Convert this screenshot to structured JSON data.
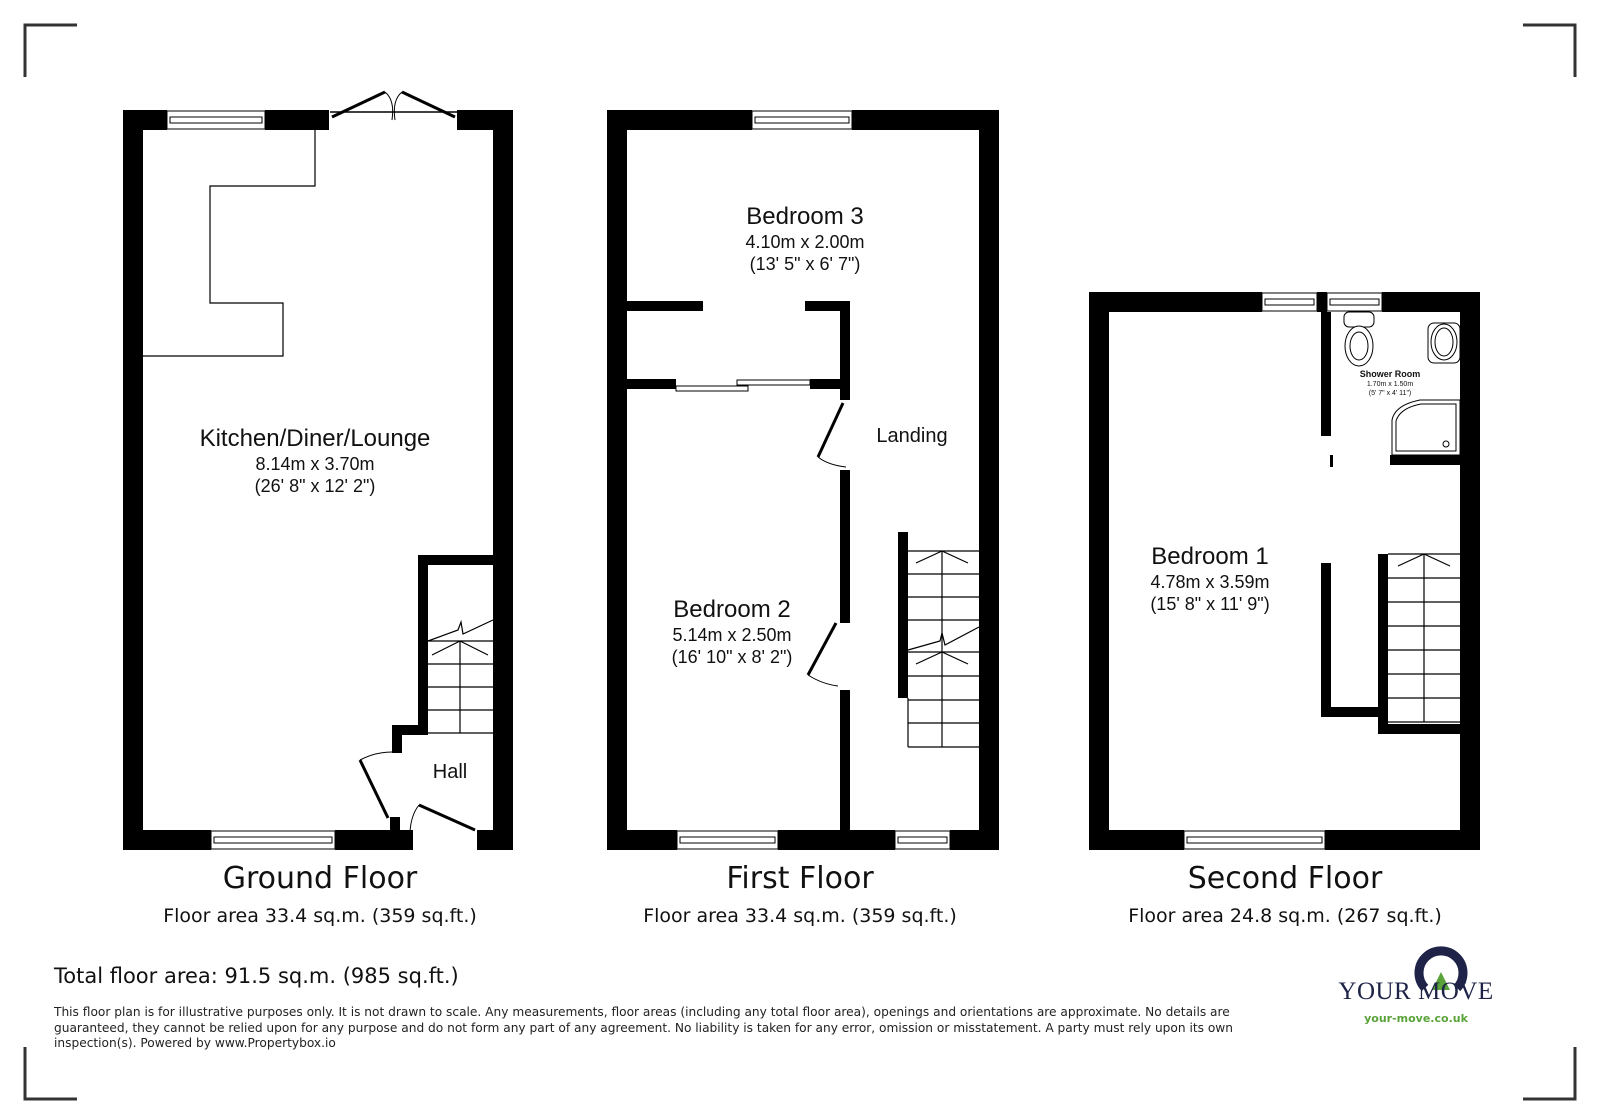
{
  "floors": [
    {
      "title": "Ground Floor",
      "area": "Floor area 33.4 sq.m. (359 sq.ft.)",
      "rooms": [
        {
          "name": "Kitchen/Diner/Lounge",
          "metric": "8.14m x 3.70m",
          "imperial": "(26' 8\" x 12' 2\")"
        },
        {
          "name": "Hall"
        }
      ]
    },
    {
      "title": "First Floor",
      "area": "Floor area 33.4 sq.m. (359 sq.ft.)",
      "rooms": [
        {
          "name": "Bedroom 3",
          "metric": "4.10m x 2.00m",
          "imperial": "(13' 5\" x 6' 7\")"
        },
        {
          "name": "Landing"
        },
        {
          "name": "Bedroom 2",
          "metric": "5.14m x 2.50m",
          "imperial": "(16' 10\" x 8' 2\")"
        }
      ]
    },
    {
      "title": "Second Floor",
      "area": "Floor area 24.8 sq.m. (267 sq.ft.)",
      "rooms": [
        {
          "name": "Bedroom 1",
          "metric": "4.78m x 3.59m",
          "imperial": "(15' 8\" x 11' 9\")"
        },
        {
          "name": "Shower Room",
          "metric": "1.70m x 1.50m",
          "imperial": "(5' 7\" x 4' 11\")"
        }
      ]
    }
  ],
  "total_area": "Total floor area: 91.5 sq.m. (985 sq.ft.)",
  "disclaimer": "This floor plan is for illustrative purposes only. It is not drawn to scale. Any measurements, floor areas (including any total floor area), openings and orientations are approximate. No details are guaranteed, they cannot be relied upon for any purpose and do not form any part of any agreement. No liability is taken for any error, omission or misstatement. A party must rely upon its own inspection(s). Powered by www.Propertybox.io",
  "brand": {
    "name": "YOUR MOVE",
    "url": "your-move.co.uk",
    "colors": {
      "navy": "#1e2347",
      "green": "#5aa33a"
    }
  },
  "colors": {
    "wall": "#000000",
    "corner_mark": "#333333",
    "background": "#ffffff"
  }
}
